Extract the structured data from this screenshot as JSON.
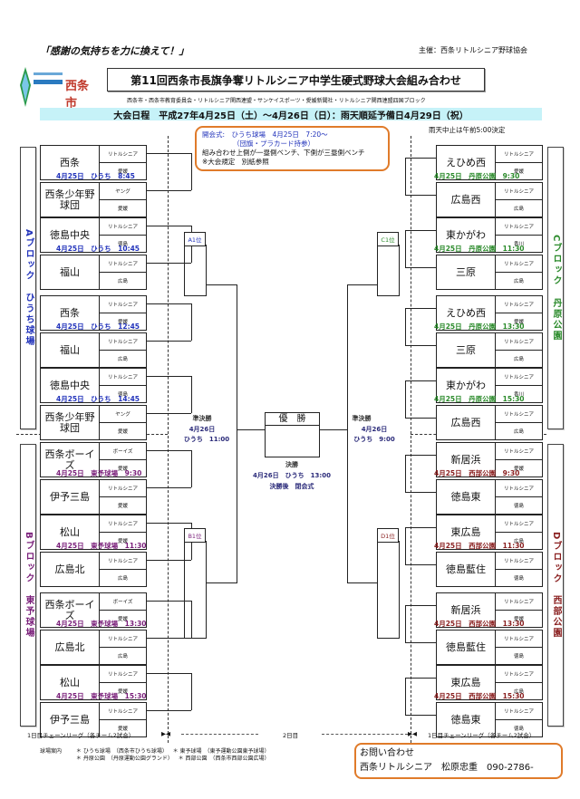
{
  "header": {
    "slogan": "「感謝の気持ちを力に換えて！」",
    "host": "主催：西条リトルシニア野球協会",
    "logo_text": "西条市",
    "title": "第11回西条市長旗争奪リトルシニア中学生硬式野球大会組み合わせ",
    "sponsors": "西条市・西条市教育委員会・リトルシニア関西連盟・サンケイスポーツ・愛媛新聞社・リトルシニア関西連盟四国ブロック",
    "schedule": "大会日程　平成27年4月25日（土）～4月26日（日）：雨天順延予備日4月29日（祝）",
    "rain_note": "雨天中止は午前5:00決定"
  },
  "opening": {
    "line1": "開会式:　ひうち球場　4月25日　7:20～",
    "line2": "（団旗・プラカード持参）",
    "line3": "組み合わせ上側が一塁側ベンチ、下側が三塁側ベンチ",
    "line4": "※大会規定　別紙参照"
  },
  "colors": {
    "A": "#2233bb",
    "B": "#7a1f7a",
    "C": "#2a8a2a",
    "D": "#8a2020",
    "orange": "#e07b2a",
    "band": "#c6f2f8"
  },
  "blocks": {
    "A": {
      "label": "Aブロック",
      "venue": "ひうち球場"
    },
    "B": {
      "label": "Bブロック",
      "venue": "東予球場"
    },
    "C": {
      "label": "Cブロック",
      "venue": "丹原公園"
    },
    "D": {
      "label": "Dブロック",
      "venue": "西部公園"
    }
  },
  "matches": {
    "A": [
      {
        "top": {
          "name": "西条",
          "league": "リトルシニア",
          "pref": "愛媛"
        },
        "bottom": {
          "name": "西条少年野球団",
          "league": "ヤング",
          "pref": "愛媛"
        },
        "info": "4月25日　ひうち　8:45"
      },
      {
        "top": {
          "name": "徳島中央",
          "league": "リトルシニア",
          "pref": "徳島"
        },
        "bottom": {
          "name": "福山",
          "league": "リトルシニア",
          "pref": "広島"
        },
        "info": "4月25日　ひうち　10:45"
      },
      {
        "top": {
          "name": "西条",
          "league": "リトルシニア",
          "pref": "愛媛"
        },
        "bottom": {
          "name": "福山",
          "league": "リトルシニア",
          "pref": "広島"
        },
        "info": "4月25日　ひうち　12:45"
      },
      {
        "top": {
          "name": "徳島中央",
          "league": "リトルシニア",
          "pref": "徳島"
        },
        "bottom": {
          "name": "西条少年野球団",
          "league": "ヤング",
          "pref": "愛媛"
        },
        "info": "4月25日　ひうち　14:45"
      }
    ],
    "B": [
      {
        "top": {
          "name": "西条ボーイズ",
          "league": "ボーイズ",
          "pref": "愛媛"
        },
        "bottom": {
          "name": "伊予三島",
          "league": "リトルシニア",
          "pref": "愛媛"
        },
        "info": "4月25日　東予球場　9:30"
      },
      {
        "top": {
          "name": "松山",
          "league": "リトルシニア",
          "pref": "愛媛"
        },
        "bottom": {
          "name": "広島北",
          "league": "リトルシニア",
          "pref": "広島"
        },
        "info": "4月25日　東予球場　11:30"
      },
      {
        "top": {
          "name": "西条ボーイズ",
          "league": "ボーイズ",
          "pref": "愛媛"
        },
        "bottom": {
          "name": "広島北",
          "league": "リトルシニア",
          "pref": "広島"
        },
        "info": "4月25日　東予球場　13:30"
      },
      {
        "top": {
          "name": "松山",
          "league": "リトルシニア",
          "pref": "愛媛"
        },
        "bottom": {
          "name": "伊予三島",
          "league": "リトルシニア",
          "pref": "愛媛"
        },
        "info": "4月25日　東予球場　15:30"
      }
    ],
    "C": [
      {
        "top": {
          "name": "えひめ西",
          "league": "リトルシニア",
          "pref": "愛媛"
        },
        "bottom": {
          "name": "広島西",
          "league": "リトルシニア",
          "pref": "広島"
        },
        "info": "4月25日　丹原公園　9:30"
      },
      {
        "top": {
          "name": "東かがわ",
          "league": "リトルシニア",
          "pref": "香川"
        },
        "bottom": {
          "name": "三原",
          "league": "リトルシニア",
          "pref": "広島"
        },
        "info": "4月25日　丹原公園　11:30"
      },
      {
        "top": {
          "name": "えひめ西",
          "league": "リトルシニア",
          "pref": "愛媛"
        },
        "bottom": {
          "name": "三原",
          "league": "リトルシニア",
          "pref": "広島"
        },
        "info": "4月25日　丹原公園　13:30"
      },
      {
        "top": {
          "name": "東かがわ",
          "league": "リトルシニア",
          "pref": "香川"
        },
        "bottom": {
          "name": "広島西",
          "league": "リトルシニア",
          "pref": "広島"
        },
        "info": "4月25日　丹原公園　15:30"
      }
    ],
    "D": [
      {
        "top": {
          "name": "新居浜",
          "league": "リトルシニア",
          "pref": "愛媛"
        },
        "bottom": {
          "name": "徳島東",
          "league": "リトルシニア",
          "pref": "徳島"
        },
        "info": "4月25日　西部公園　9:30"
      },
      {
        "top": {
          "name": "東広島",
          "league": "リトルシニア",
          "pref": "広島"
        },
        "bottom": {
          "name": "徳島藍住",
          "league": "リトルシニア",
          "pref": "徳島"
        },
        "info": "4月25日　西部公園　11:30"
      },
      {
        "top": {
          "name": "新居浜",
          "league": "リトルシニア",
          "pref": "愛媛"
        },
        "bottom": {
          "name": "徳島藍住",
          "league": "リトルシニア",
          "pref": "徳島"
        },
        "info": "4月25日　西部公園　13:30"
      },
      {
        "top": {
          "name": "東広島",
          "league": "リトルシニア",
          "pref": "広島"
        },
        "bottom": {
          "name": "徳島東",
          "league": "リトルシニア",
          "pref": "徳島"
        },
        "info": "4月25日　西部公園　15:30"
      }
    ]
  },
  "seeds": {
    "A": "A1位",
    "B": "B1位",
    "C": "C1位",
    "D": "D1位"
  },
  "semis": {
    "left": {
      "label": "準決勝",
      "date": "4月26日",
      "time": "ひうち　11:00"
    },
    "right": {
      "label": "準決勝",
      "date": "4月26日",
      "time": "ひうち　9:00"
    }
  },
  "final": {
    "champion": "優　勝",
    "label": "決勝",
    "info": "4月26日　ひうち　13:00",
    "closing": "決勝後　閉会式"
  },
  "footer": {
    "day1_left": "1日目チェーンリーグ（各チーム2試合）",
    "day2": "2日目",
    "day1_right": "1日目チェーンリーグ（各チーム2試合）",
    "venue_label": "球場案内",
    "venue1": "＊ ひうち球場　（西条市ひうち球場）",
    "venue2": "＊ 東予球場　（東予運動公園東予球場）",
    "venue3": "＊ 丹原公園　（丹原運動公園グランド）",
    "venue4": "＊ 西部公園　（西条市西部公園広場）",
    "contact_title": "お問い合わせ",
    "contact_body": "西条リトルシニア　松原忠重　090-2786-"
  }
}
